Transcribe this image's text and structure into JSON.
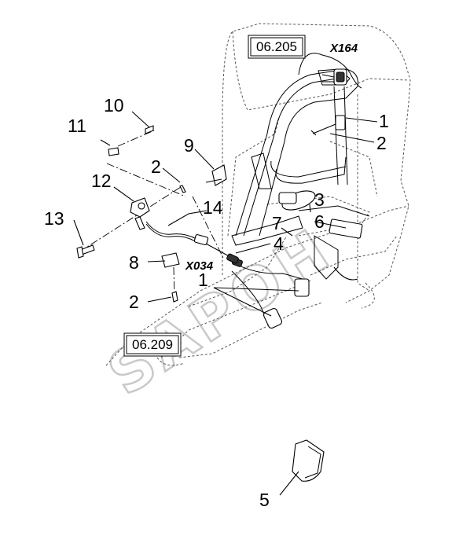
{
  "references": {
    "top": "06.205",
    "bottom": "06.209"
  },
  "connectors": {
    "upper": "X164",
    "lower": "X034"
  },
  "callouts": {
    "c10": "10",
    "c11": "11",
    "c9": "9",
    "c2_left": "2",
    "c12": "12",
    "c14": "14",
    "c13": "13",
    "c8": "8",
    "c2_lower": "2",
    "c1_upper": "1",
    "c2_upper": "2",
    "c3": "3",
    "c6": "6",
    "c7": "7",
    "c4": "4",
    "c1_mid": "1",
    "c5": "5"
  },
  "watermark": "SAPOH"
}
